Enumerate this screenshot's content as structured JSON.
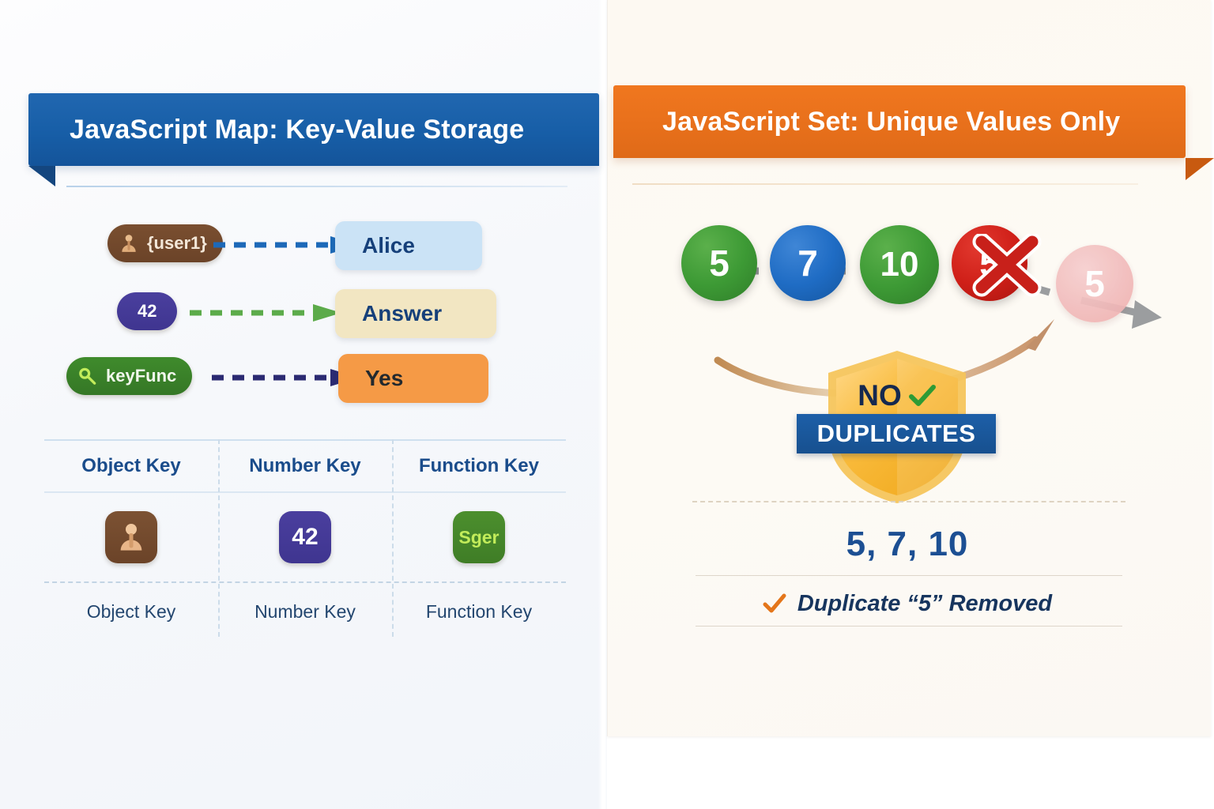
{
  "left_panel": {
    "title": "JavaScript Map: Key-Value Storage",
    "rows": [
      {
        "key": "{user1}",
        "key_icon": "person-icon",
        "value": "Alice"
      },
      {
        "key": "42",
        "key_icon": "none",
        "value": "Answer"
      },
      {
        "key": "keyFunc",
        "key_icon": "key-icon",
        "value": "Yes"
      }
    ],
    "table": {
      "headers": [
        "Object Key",
        "Number Key",
        "Function Key"
      ],
      "badges": [
        "person-icon",
        "42",
        "Sger"
      ],
      "footers": [
        "Object Key",
        "Number Key",
        "Function Key"
      ]
    }
  },
  "right_panel": {
    "title": "JavaScript Set:  Unique Values Only",
    "circles": [
      {
        "label": "5",
        "color": "green",
        "state": "kept"
      },
      {
        "label": "7",
        "color": "blue",
        "state": "kept"
      },
      {
        "label": "10",
        "color": "green",
        "state": "kept"
      },
      {
        "label": "5",
        "color": "red",
        "state": "rejected"
      },
      {
        "label": "5",
        "color": "faded",
        "state": "removed"
      }
    ],
    "shield": {
      "line1": "NO",
      "line2": "DUPLICATES",
      "check": "checkmark-icon"
    },
    "result": "5, 7, 10",
    "note": "Duplicate “5” Removed",
    "note_check": "checkmark-icon"
  },
  "colors": {
    "map_banner": "#175ea7",
    "set_banner": "#e8701b",
    "navy_text": "#16407a",
    "shield_gold": "#f7b32b",
    "green": "#3d9a35",
    "red": "#cf1f18",
    "blue": "#1f6cc4"
  }
}
